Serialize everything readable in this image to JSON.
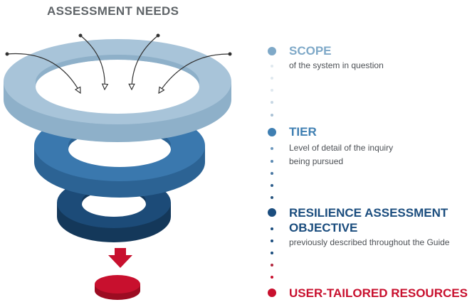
{
  "diagram": {
    "title": "ASSESSMENT NEEDS",
    "stages": [
      {
        "title": "SCOPE",
        "description": "of the system in question",
        "color": "#7fa9c8"
      },
      {
        "title": "TIER",
        "description_lines": [
          "Level of detail of the inquiry",
          "being pursued"
        ],
        "color": "#3f7fb2"
      },
      {
        "title_lines": [
          "RESILIENCE ASSESSMENT",
          "OBJECTIVE"
        ],
        "description": "previously described throughout the Guide",
        "color": "#1b4d7e"
      },
      {
        "title": "USER-TAILORED RESOURCES",
        "color": "#c8102e"
      }
    ],
    "rings": [
      {
        "name": "scope",
        "color": "#a8c4d9"
      },
      {
        "name": "tier",
        "color": "#3a78ae"
      },
      {
        "name": "objective",
        "color": "#1c4b78"
      }
    ],
    "outcome": {
      "shape": "red-disc",
      "color": "#c8102e"
    },
    "icons": [
      "arrow-in-icon",
      "arrow-down-icon"
    ]
  }
}
